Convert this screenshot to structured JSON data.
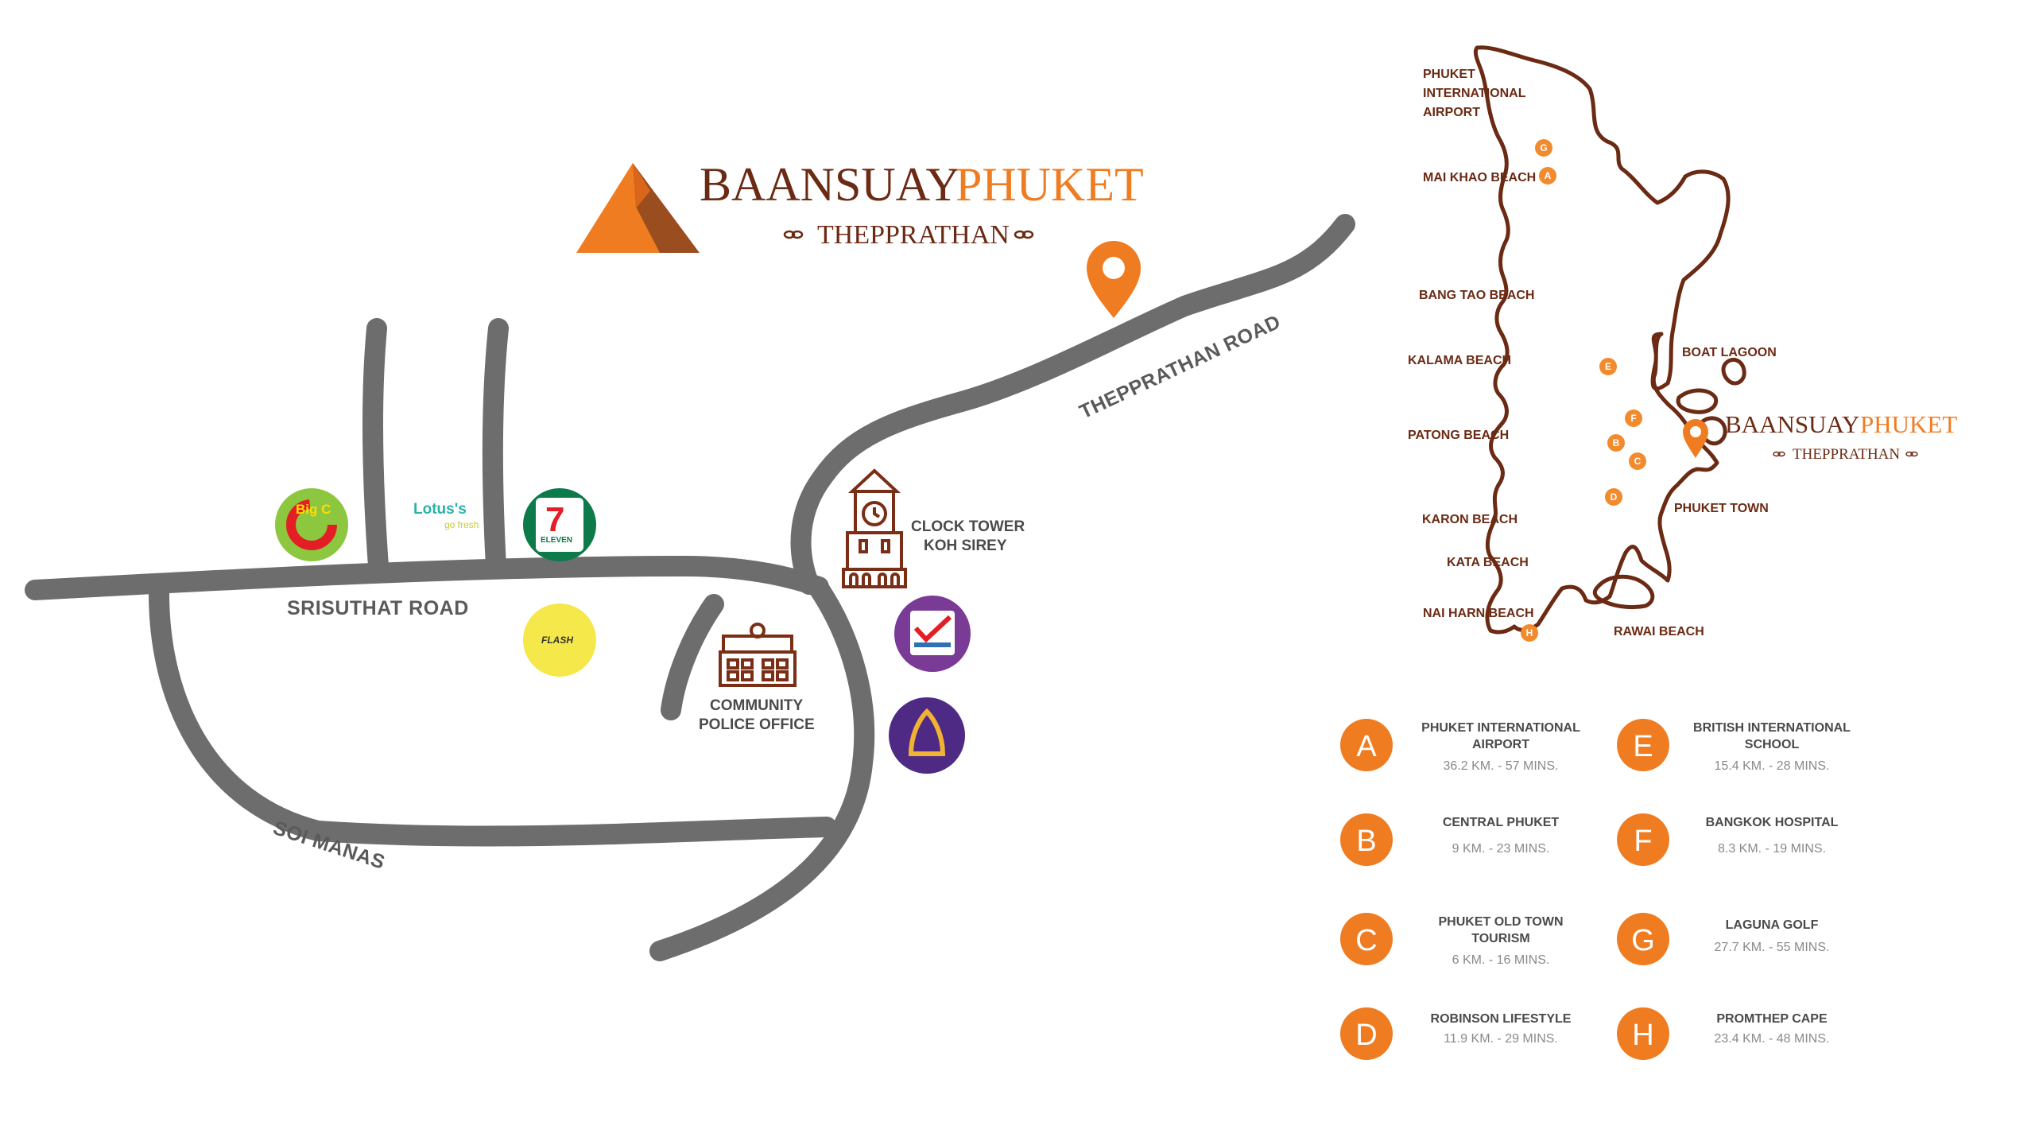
{
  "brand": {
    "name_part1": "BAANSUAY",
    "name_part2": "PHUKET",
    "subtitle": "THEPPRATHAN",
    "colors": {
      "brown": "#6b2a14",
      "orange": "#f07c22",
      "road": "#6d6d6d"
    }
  },
  "roads": {
    "thepprathan": "THEPPRATHAN ROAD",
    "srisuthat": "SRISUTHAT ROAD",
    "soi_manas": "SOI MANAS"
  },
  "landmarks": {
    "clock_tower_line1": "CLOCK TOWER",
    "clock_tower_line2": "KOH SIREY",
    "police_line1": "COMMUNITY",
    "police_line2": "POLICE OFFICE"
  },
  "store_logos": {
    "bigc": "Big C",
    "lotus_line1": "Lotus's",
    "lotus_line2": "go fresh",
    "seven_eleven_number": "7",
    "seven_eleven_word": "ELEVEN",
    "flash": "FLASH",
    "icons": [
      "bigc-logo-icon",
      "lotus-logo-icon",
      "seven-eleven-logo-icon",
      "flash-express-logo-icon",
      "post-office-logo-icon",
      "scb-bank-logo-icon"
    ]
  },
  "island": {
    "labels": {
      "airport_line1": "PHUKET",
      "airport_line2": "INTERNATIONAL",
      "airport_line3": "AIRPORT",
      "mai_khao": "MAI KHAO BEACH",
      "bang_tao": "BANG TAO BEACH",
      "kalama": "KALAMA BEACH",
      "patong": "PATONG BEACH",
      "karon": "KARON BEACH",
      "kata": "KATA BEACH",
      "nai_harn": "NAI HARN BEACH",
      "boat_lagoon": "BOAT LAGOON",
      "phuket_town": "PHUKET TOWN",
      "rawai": "RAWAI BEACH"
    },
    "markers": [
      "G",
      "A",
      "E",
      "F",
      "B",
      "C",
      "D",
      "H"
    ]
  },
  "legend": [
    {
      "letter": "A",
      "title_line1": "PHUKET INTERNATIONAL",
      "title_line2": "AIRPORT",
      "distance": "36.2 KM. - 57 MINS."
    },
    {
      "letter": "E",
      "title_line1": "BRITISH INTERNATIONAL",
      "title_line2": "SCHOOL",
      "distance": "15.4 KM. - 28 MINS."
    },
    {
      "letter": "B",
      "title_line1": "CENTRAL PHUKET",
      "title_line2": "",
      "distance": "9 KM. - 23 MINS."
    },
    {
      "letter": "F",
      "title_line1": "BANGKOK HOSPITAL",
      "title_line2": "",
      "distance": "8.3 KM. - 19 MINS."
    },
    {
      "letter": "C",
      "title_line1": "PHUKET OLD TOWN",
      "title_line2": "TOURISM",
      "distance": "6 KM. - 16 MINS."
    },
    {
      "letter": "G",
      "title_line1": "LAGUNA GOLF",
      "title_line2": "",
      "distance": "27.7 KM. - 55 MINS."
    },
    {
      "letter": "D",
      "title_line1": "ROBINSON LIFESTYLE",
      "title_line2": "",
      "distance": "11.9 KM. - 29 MINS."
    },
    {
      "letter": "H",
      "title_line1": "PROMTHEP CAPE",
      "title_line2": "",
      "distance": "23.4 KM. - 48 MINS."
    }
  ]
}
